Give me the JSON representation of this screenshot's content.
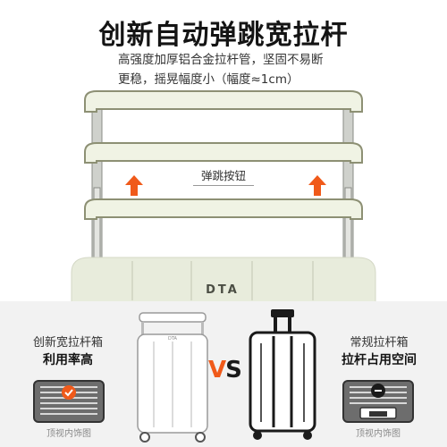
{
  "header": {
    "title": "创新自动弹跳宽拉杆",
    "subtitle_line1": "高强度加厚铝合金拉杆管，坚固不易断",
    "subtitle_line2": "更稳，摇晃幅度小（幅度≈1cm）"
  },
  "illustration": {
    "button_label": "弹跳按钮",
    "brand_logo": "DTA",
    "colors": {
      "handle": "#f0f3e4",
      "handle_stroke": "#8d9074",
      "arrow": "#f05a1a",
      "luggage": "#e8ecdc"
    }
  },
  "comparison": {
    "left": {
      "title": "创新宽拉杆箱",
      "tagline": "利用率高",
      "caption": "顶视内饰图",
      "status_icon": "check-icon"
    },
    "right": {
      "title": "常规拉杆箱",
      "tagline": "拉杆占用空间",
      "caption": "顶视内饰图",
      "status_icon": "minus-icon"
    },
    "vs_v": "V",
    "vs_s": "S",
    "colors": {
      "accent": "#f05a1a",
      "dark": "#1a1a1a"
    }
  }
}
